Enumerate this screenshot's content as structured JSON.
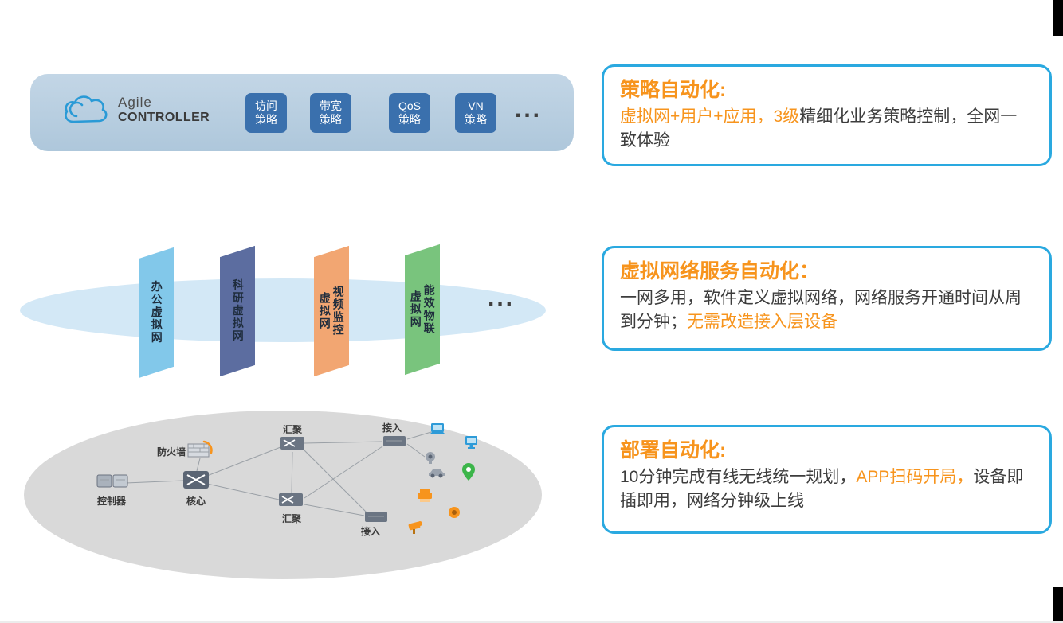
{
  "colors": {
    "accent_orange": "#f7941d",
    "callout_border": "#2aa9e0",
    "bar_bg": "#b9cfe1",
    "chip_bg": "#3a70ad",
    "vn_ellipse_bg": "#d3e8f6",
    "phys_ellipse_bg": "#d9d9d9",
    "text_dark": "#3d3d3d",
    "logo_blue": "#2a9ad6"
  },
  "controller_bar": {
    "brand_line1": "Agile",
    "brand_line2": "CONTROLLER",
    "policies": [
      {
        "line1": "访问",
        "line2": "策略"
      },
      {
        "line1": "带宽",
        "line2": "策略"
      },
      {
        "line1": "QoS",
        "line2": "策略"
      },
      {
        "line1": "VN",
        "line2": "策略"
      }
    ],
    "more": "..."
  },
  "virtual_layer": {
    "panels": [
      {
        "id": "office-vn",
        "color": "#82c8ea",
        "lines": [
          "办公虚拟网"
        ]
      },
      {
        "id": "research-vn",
        "color": "#5c6da0",
        "lines": [
          "科研虚拟网"
        ]
      },
      {
        "id": "video-vn",
        "color": "#f2a672",
        "lines": [
          "视频监控",
          "虚拟网"
        ]
      },
      {
        "id": "energy-iot-vn",
        "color": "#79c47d",
        "lines": [
          "能效物联",
          "虚拟网"
        ]
      }
    ],
    "more": "..."
  },
  "physical_layer": {
    "labels": {
      "controller": "控制器",
      "firewall": "防火墙",
      "core": "核心",
      "agg_top": "汇聚",
      "agg_bottom": "汇聚",
      "access_top": "接入",
      "access_bottom": "接入"
    },
    "device_icons": [
      "laptop",
      "monitor",
      "webcam",
      "vehicle",
      "location-pin",
      "printer",
      "dome-camera",
      "ptz-camera"
    ]
  },
  "callouts": [
    {
      "title": "策略自动化:",
      "segments": [
        {
          "text": "虚拟网+用户+应用，3级",
          "highlight": true
        },
        {
          "text": "精细化业务策略控制，全网一致体验",
          "highlight": false
        }
      ]
    },
    {
      "title": "虚拟网络服务自动化：",
      "segments": [
        {
          "text": "一网多用，软件定义虚拟网络，网络服务开通时间从周到分钟；",
          "highlight": false
        },
        {
          "text": "无需改造接入层设备",
          "highlight": true
        }
      ]
    },
    {
      "title": "部署自动化:",
      "segments": [
        {
          "text": "10分钟完成有线无线统一规划，",
          "highlight": false
        },
        {
          "text": "APP扫码开局，",
          "highlight": true
        },
        {
          "text": "设备即插即用，网络分钟级上线",
          "highlight": false
        }
      ]
    }
  ]
}
